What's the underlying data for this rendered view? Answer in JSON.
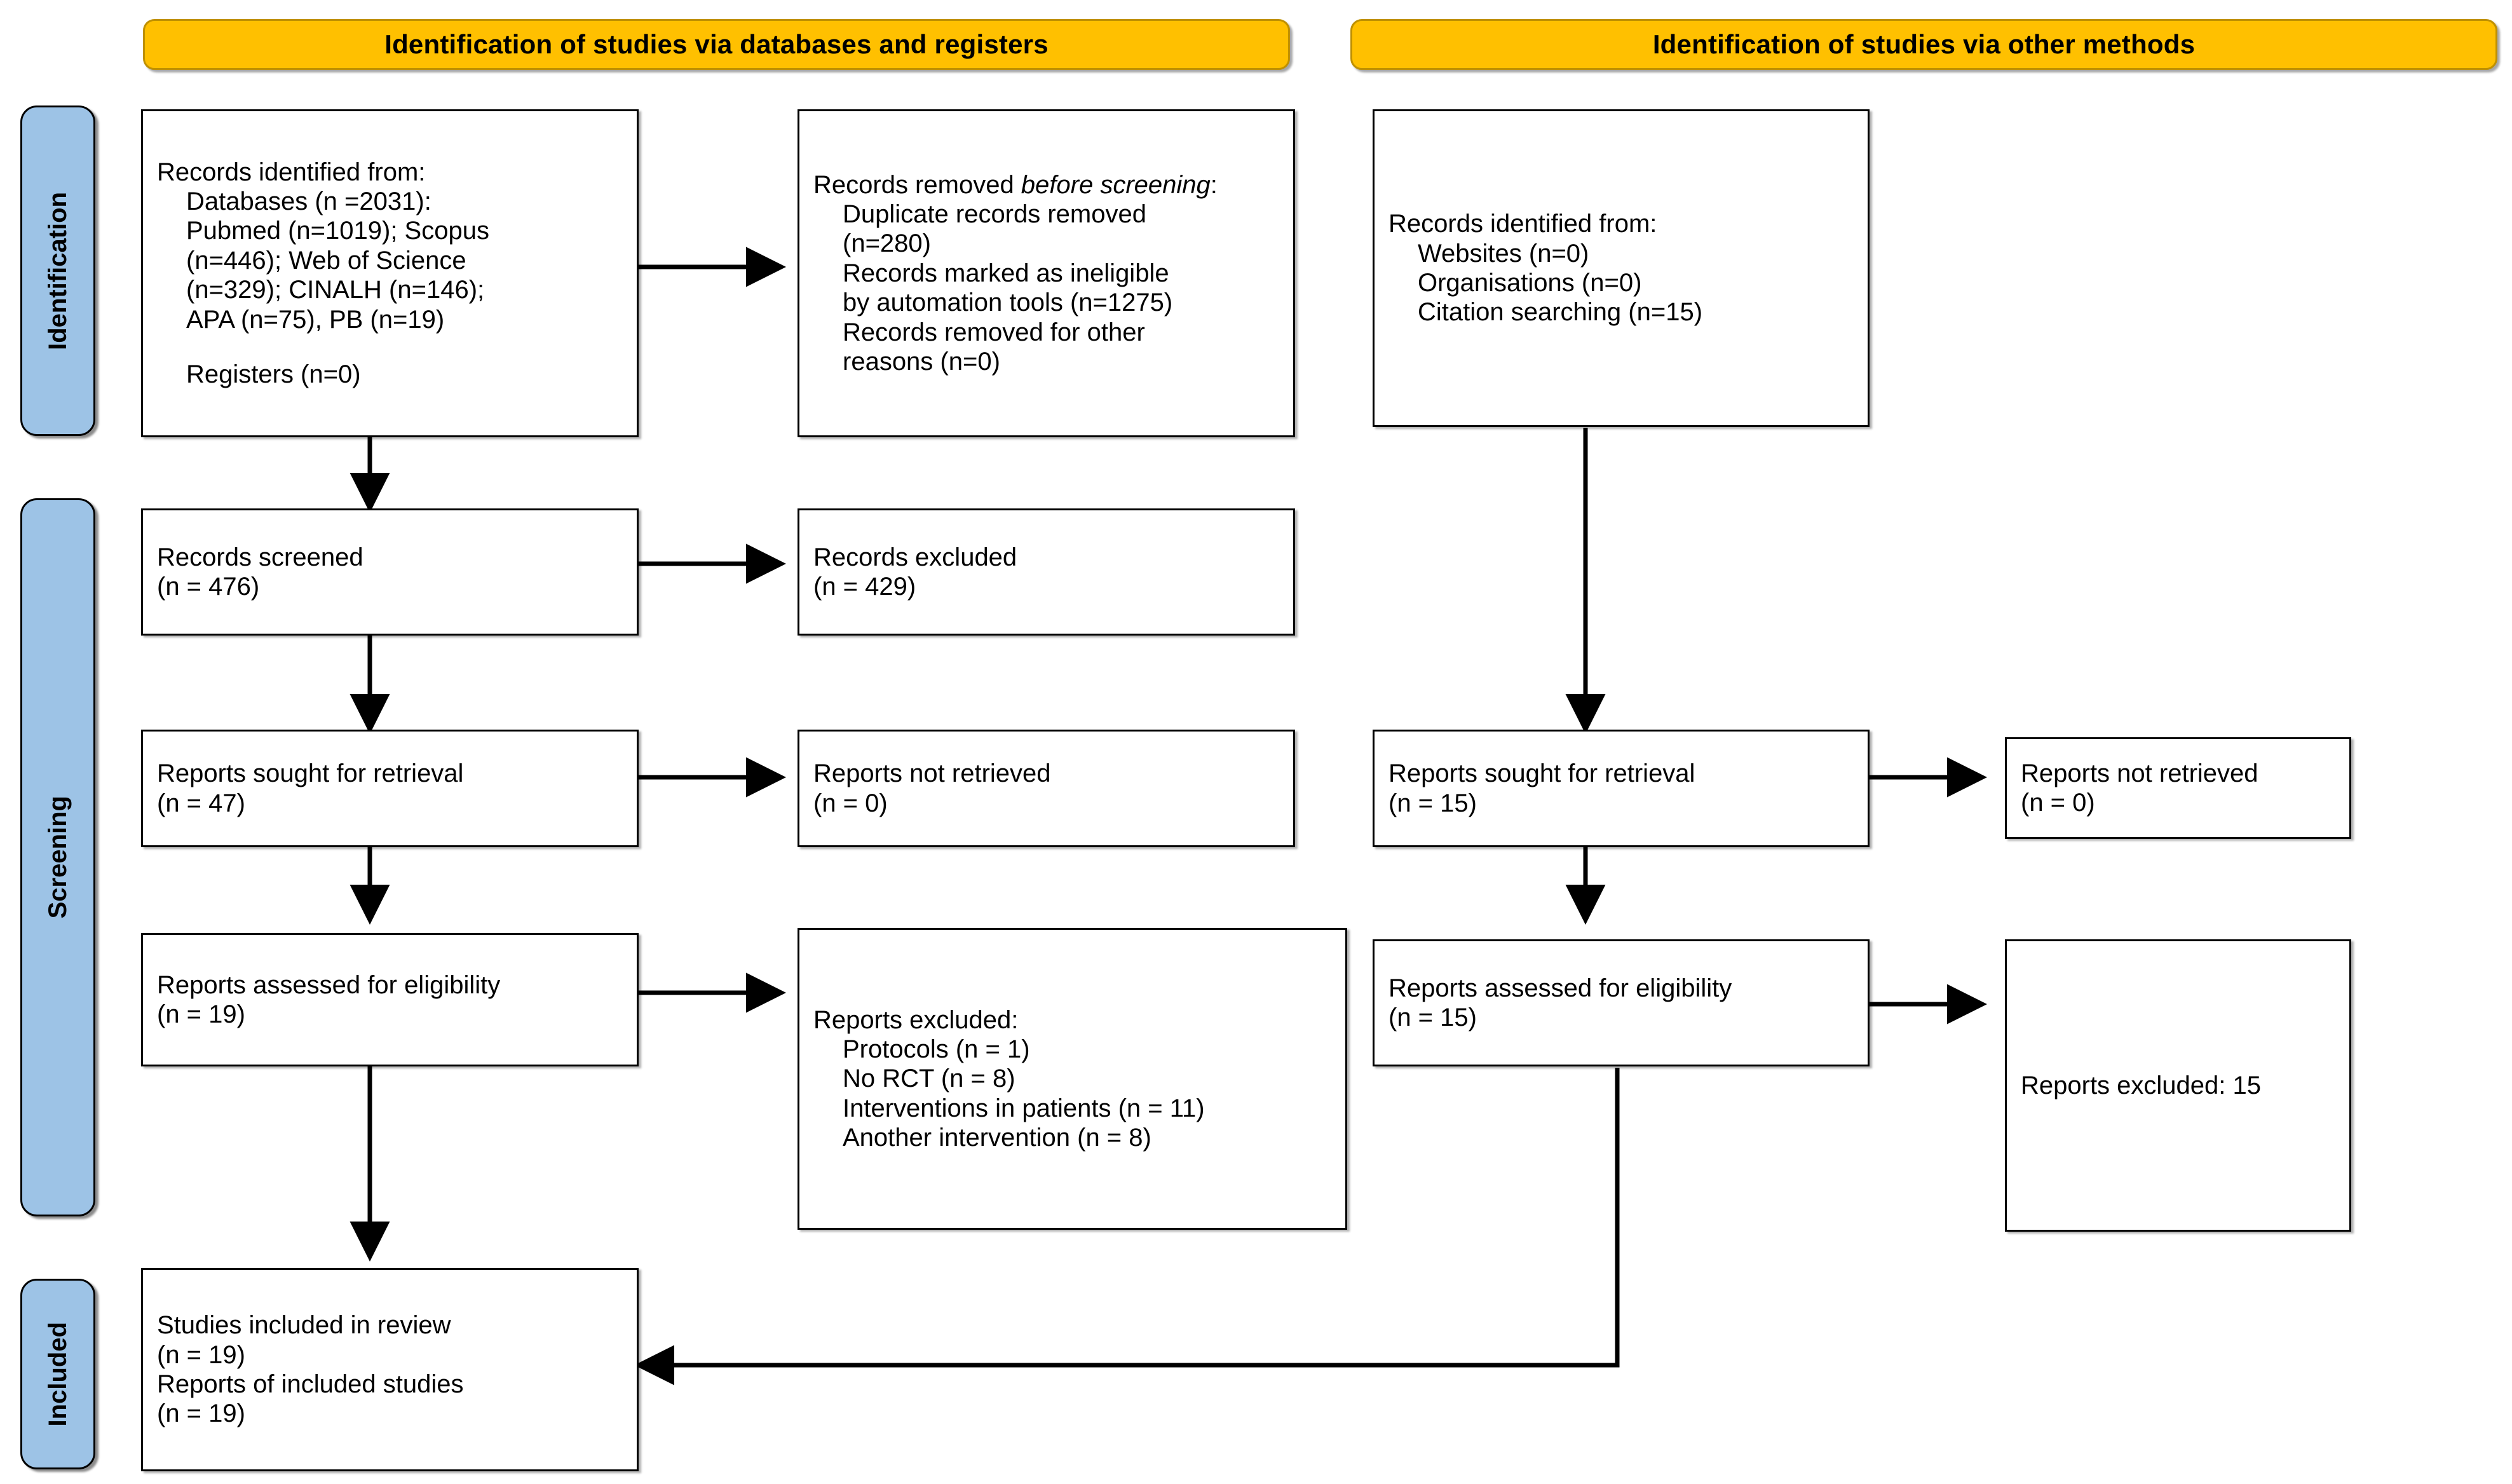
{
  "colors": {
    "banner_fill": "#FFC000",
    "banner_border": "#BF9000",
    "stage_fill": "#9DC3E6",
    "box_border": "#000000",
    "text": "#000000",
    "page_background": "#FFFFFF"
  },
  "banners": {
    "databases": "Identification of studies via databases and registers",
    "other_methods": "Identification of studies via other methods"
  },
  "stage_labels": {
    "identification": "Identification",
    "screening": "Screening",
    "included": "Included"
  },
  "boxes": {
    "records_identified": {
      "title": "Records identified from:",
      "line_databases": "Databases (n =2031):",
      "line_pubmed_scopus": "Pubmed (n=1019); Scopus",
      "line_scopus_wos": "(n=446); Web of Science",
      "line_wos_cinalh": "(n=329); CINALH (n=146);",
      "line_apa_pb": "APA (n=75), PB (n=19)",
      "line_registers": "Registers (n=0)"
    },
    "records_removed": {
      "title_plain": "Records removed ",
      "title_italic": "before screening",
      "title_colon": ":",
      "line_duplicates": "Duplicate records removed",
      "line_duplicates_n": "(n=280)",
      "line_ineligible": "Records marked as ineligible",
      "line_ineligible_n": "by automation tools (n=1275)",
      "line_other": "Records removed for other",
      "line_other_n": "reasons (n=0)"
    },
    "records_screened": {
      "title": "Records screened",
      "count": "(n = 476)"
    },
    "records_excluded": {
      "title": "Records excluded",
      "count": "(n = 429)"
    },
    "reports_sought_left": {
      "title": "Reports sought for retrieval",
      "count": "(n = 47)"
    },
    "reports_not_retrieved_left": {
      "title": "Reports not retrieved",
      "count": "(n = 0)"
    },
    "reports_assessed_left": {
      "title": "Reports assessed for eligibility",
      "count": "(n = 19)"
    },
    "reports_excluded_left": {
      "title": "Reports excluded:",
      "reason_protocols": "Protocols (n = 1)",
      "reason_no_rct": "No RCT (n = 8)",
      "reason_interventions_patients": "Interventions in patients (n = 11)",
      "reason_another_intervention": "Another intervention (n = 8)"
    },
    "studies_included": {
      "title": "Studies included in review",
      "count": "(n = 19)",
      "reports_title": "Reports of included studies",
      "reports_count": "(n = 19)"
    },
    "records_identified_other": {
      "title": "Records identified from:",
      "line_websites": "Websites (n=0)",
      "line_organisations": "Organisations (n=0)",
      "line_citation": "Citation searching (n=15)"
    },
    "reports_sought_right": {
      "title": "Reports sought for retrieval",
      "count": "(n = 15)"
    },
    "reports_not_retrieved_right": {
      "title": "Reports not retrieved",
      "count": "(n = 0)"
    },
    "reports_assessed_right": {
      "title": "Reports assessed for eligibility",
      "count": "(n = 15)"
    },
    "reports_excluded_right": {
      "title": "Reports excluded: 15"
    }
  }
}
